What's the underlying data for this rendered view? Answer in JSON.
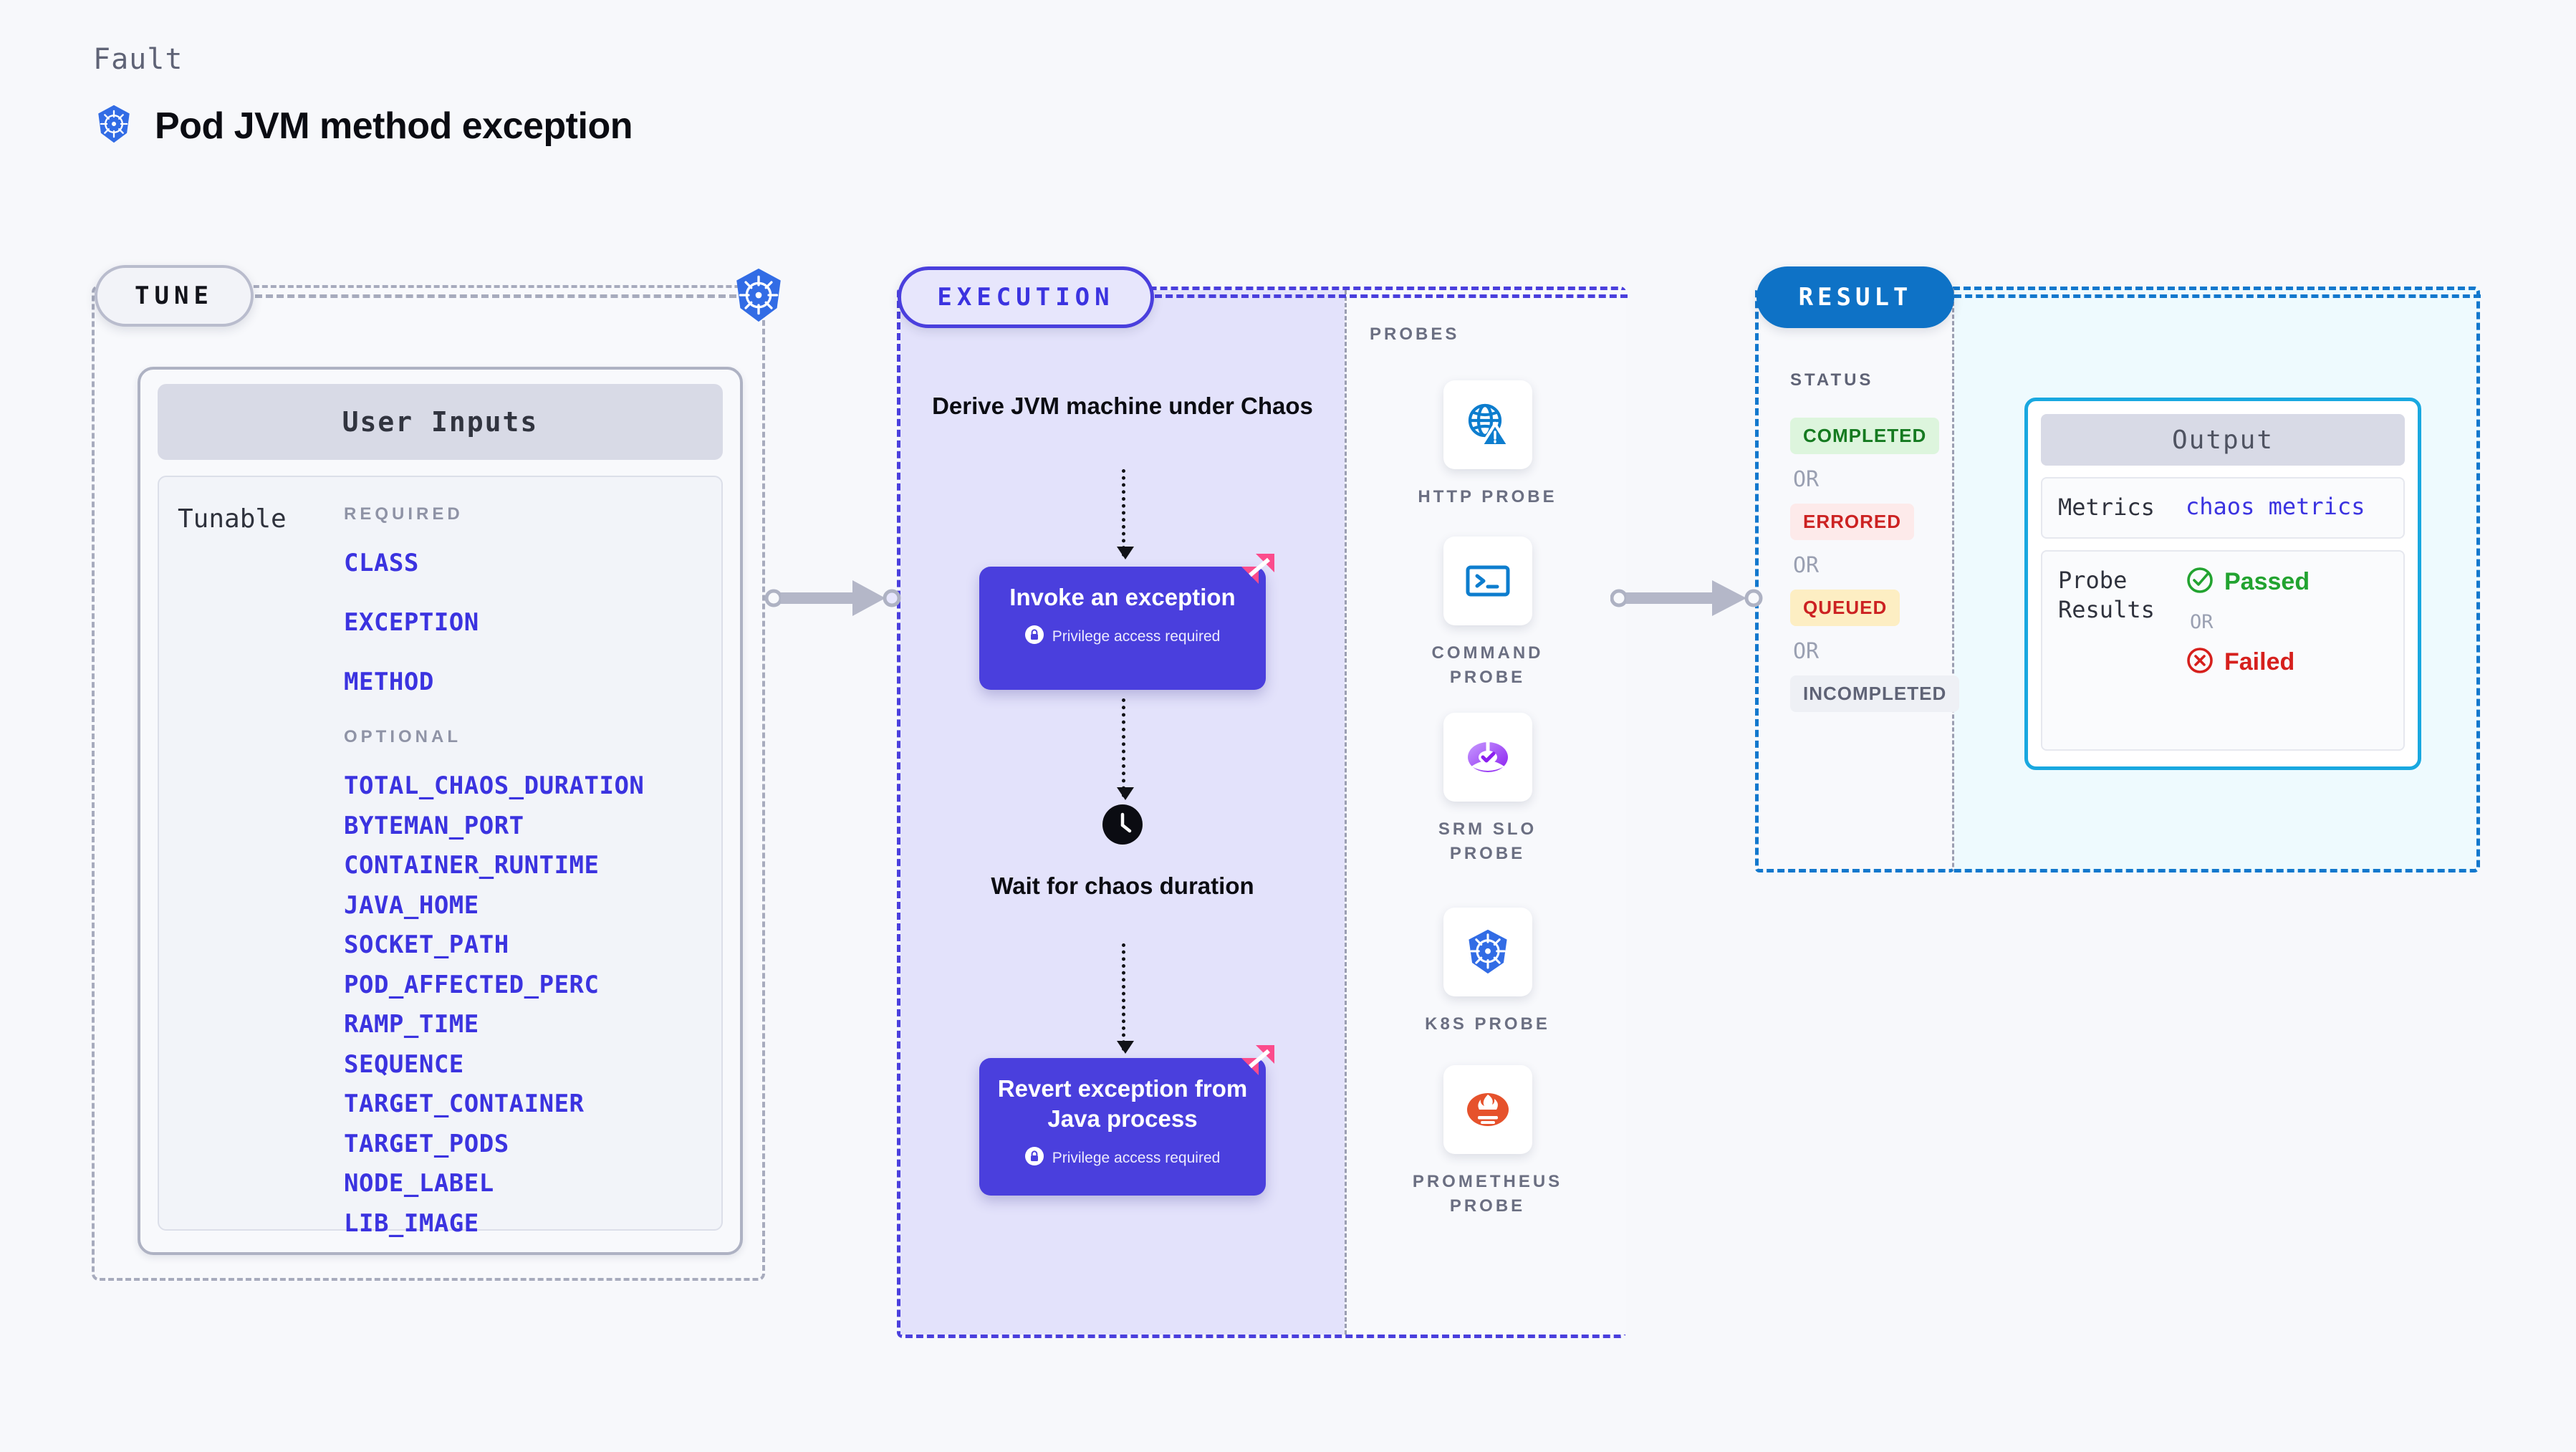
{
  "header": {
    "kind_label": "Fault",
    "title": "Pod JVM method exception",
    "icon": "kubernetes-icon"
  },
  "colors": {
    "page_bg": "#f7f8fb",
    "tune_border": "#a7abbd",
    "execution_accent": "#4a3fdd",
    "result_accent": "#0e72c6",
    "output_border": "#19a8e0",
    "param_text": "#3b33e0",
    "harness_pink": "#fb4c8c",
    "status_completed": "#157a20",
    "status_errored": "#cc2222",
    "status_queued": "#cc2222",
    "status_incompleted": "#5f6376",
    "passed_green": "#22a330",
    "failed_red": "#d6201d"
  },
  "tune": {
    "badge_label": "TUNE",
    "edge_icon": "kubernetes-icon",
    "card_title": "User Inputs",
    "tunable_label": "Tunable",
    "required_title": "REQUIRED",
    "required": [
      "CLASS",
      "EXCEPTION",
      "METHOD"
    ],
    "optional_title": "OPTIONAL",
    "optional": [
      "TOTAL_CHAOS_DURATION",
      "BYTEMAN_PORT",
      "CONTAINER_RUNTIME",
      "JAVA_HOME",
      "SOCKET_PATH",
      "POD_AFFECTED_PERC",
      "RAMP_TIME",
      "SEQUENCE",
      "TARGET_CONTAINER",
      "TARGET_PODS",
      "NODE_LABEL",
      "LIB_IMAGE"
    ]
  },
  "execution": {
    "badge_label": "EXECUTION",
    "flow": {
      "step_derive": "Derive JVM machine under Chaos",
      "step_wait": "Wait for chaos duration",
      "wait_icon": "clock-icon"
    },
    "cards": [
      {
        "title": "Invoke an exception",
        "privilege_text": "Privilege access required",
        "privilege_icon": "lock-icon",
        "corner_icon": "harness-logo-icon"
      },
      {
        "title": "Revert exception from Java process",
        "privilege_text": "Privilege access required",
        "privilege_icon": "lock-icon",
        "corner_icon": "harness-logo-icon"
      }
    ],
    "probes_title": "PROBES",
    "probes": [
      {
        "label": "HTTP PROBE",
        "icon": "globe-warning-icon"
      },
      {
        "label": "COMMAND PROBE",
        "icon": "terminal-icon"
      },
      {
        "label": "SRM SLO PROBE",
        "icon": "slo-gauge-check-icon"
      },
      {
        "label": "K8S PROBE",
        "icon": "kubernetes-icon"
      },
      {
        "label": "PROMETHEUS PROBE",
        "icon": "prometheus-icon"
      }
    ]
  },
  "result": {
    "badge_label": "RESULT",
    "status_title": "STATUS",
    "or_label": "OR",
    "statuses": [
      {
        "label": "COMPLETED",
        "fg": "#157a20",
        "bg": "#ddf5dd"
      },
      {
        "label": "ERRORED",
        "fg": "#cc2222",
        "bg": "#fdeaea"
      },
      {
        "label": "QUEUED",
        "fg": "#cc2222",
        "bg": "#fdeec3"
      },
      {
        "label": "INCOMPLETED",
        "fg": "#5f6376",
        "bg": "#eef0f5"
      }
    ],
    "output": {
      "title": "Output",
      "metrics_key": "Metrics",
      "metrics_value": "chaos metrics",
      "probe_results_key": "Probe Results",
      "passed_label": "Passed",
      "passed_icon": "check-circle-icon",
      "failed_label": "Failed",
      "failed_icon": "x-circle-icon",
      "or_label": "OR"
    }
  }
}
